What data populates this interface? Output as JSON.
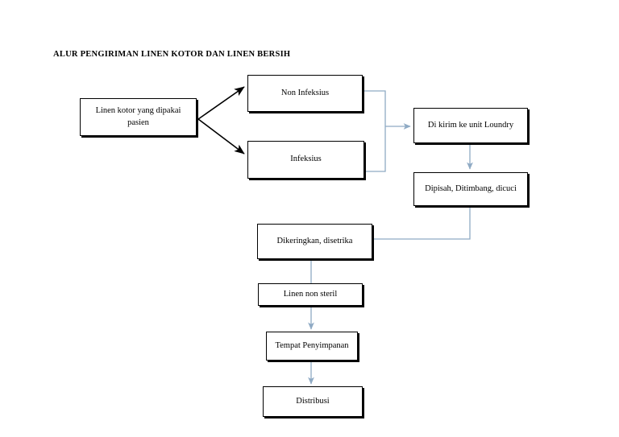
{
  "document": {
    "title": "ALUR PENGIRIMAN LINEN KOTOR DAN LINEN BERSIH"
  },
  "colors": {
    "node_border": "#000000",
    "node_fill": "#ffffff",
    "text": "#000000",
    "branch_arrow": "#000000",
    "flow_connector": "#8faac4",
    "page_background": "#ffffff"
  },
  "diagram": {
    "type": "flowchart",
    "orientation": "left-to-right then top-to-bottom",
    "nodes": [
      {
        "id": "linen-kotor",
        "label": "Linen kotor yang dipakai pasien",
        "line1": "Linen kotor yang dipakai",
        "line2": "pasien"
      },
      {
        "id": "non-infeksius",
        "label": "Non Infeksius"
      },
      {
        "id": "infeksius",
        "label": "Infeksius"
      },
      {
        "id": "kirim-loundry",
        "label": "Di kirim ke unit Loundry"
      },
      {
        "id": "dipisah",
        "label": "Dipisah, Ditimbang, dicuci"
      },
      {
        "id": "dikeringkan",
        "label": "Dikeringkan, disetrika"
      },
      {
        "id": "linen-non-steril",
        "label": "Linen non steril"
      },
      {
        "id": "tempat-penyimpanan",
        "label": "Tempat Penyimpanan"
      },
      {
        "id": "distribusi",
        "label": "Distribusi"
      }
    ],
    "edges": [
      {
        "from": "linen-kotor",
        "to": "non-infeksius",
        "style": "black-arrow-diagonal"
      },
      {
        "from": "linen-kotor",
        "to": "infeksius",
        "style": "black-arrow-diagonal"
      },
      {
        "from": "non-infeksius",
        "to": "kirim-loundry",
        "style": "blue-elbow-merge"
      },
      {
        "from": "infeksius",
        "to": "kirim-loundry",
        "style": "blue-elbow-merge"
      },
      {
        "from": "kirim-loundry",
        "to": "dipisah",
        "style": "blue-arrow-down"
      },
      {
        "from": "dipisah",
        "to": "dikeringkan",
        "style": "blue-elbow-left"
      },
      {
        "from": "dikeringkan",
        "to": "linen-non-steril",
        "style": "blue-line-down"
      },
      {
        "from": "linen-non-steril",
        "to": "tempat-penyimpanan",
        "style": "blue-arrow-down"
      },
      {
        "from": "tempat-penyimpanan",
        "to": "distribusi",
        "style": "blue-arrow-down"
      }
    ]
  }
}
